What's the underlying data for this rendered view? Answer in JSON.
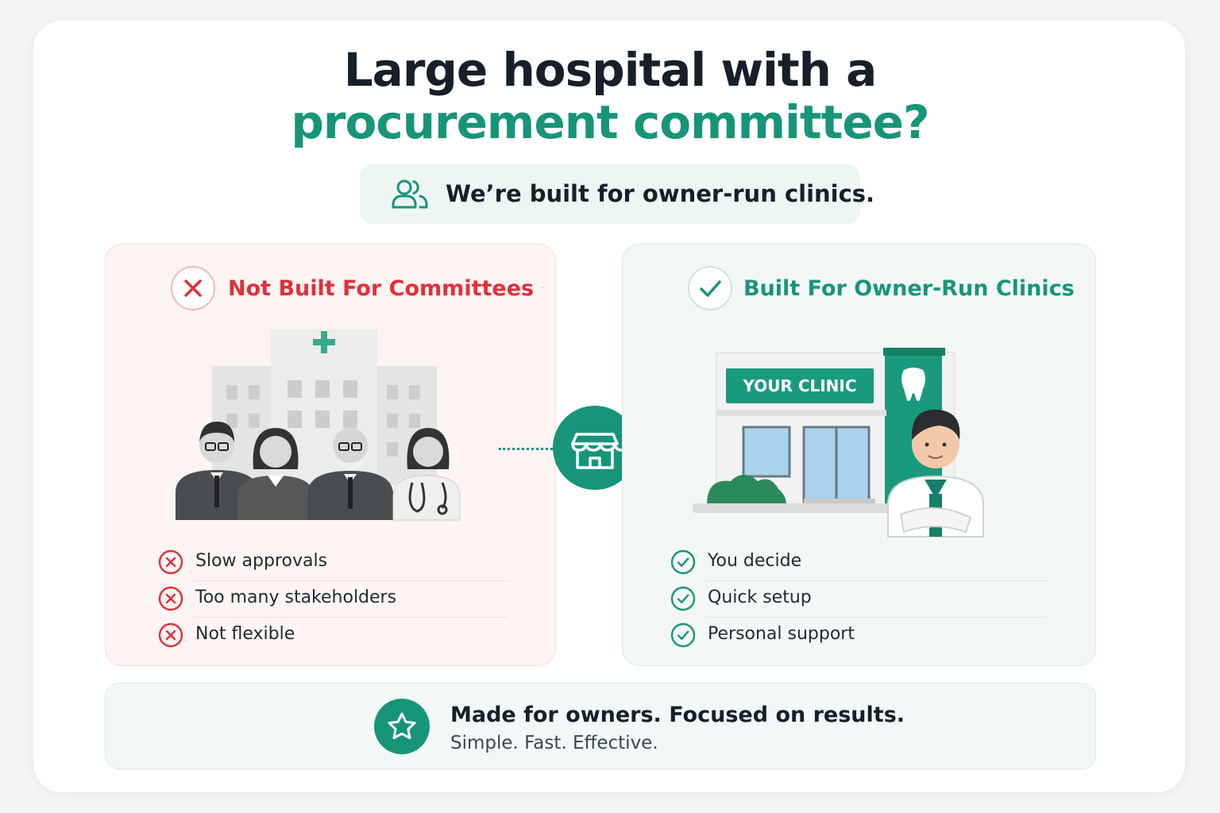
{
  "heading": {
    "line1": "Large hospital with a",
    "line2": "procurement committee?"
  },
  "pill": {
    "text": "We’re built for owner-run clinics.",
    "icon": "users-icon"
  },
  "left_panel": {
    "title": "Not Built For Committees",
    "icon": "x-circle-icon",
    "illustration": "hospital-committee-illustration",
    "items": [
      {
        "label": "Slow approvals",
        "icon": "x-circle-icon"
      },
      {
        "label": "Too many stakeholders",
        "icon": "x-circle-icon"
      },
      {
        "label": "Not flexible",
        "icon": "x-circle-icon"
      }
    ]
  },
  "right_panel": {
    "title": "Built For Owner-Run Clinics",
    "icon": "check-circle-icon",
    "illustration": "clinic-owner-illustration",
    "sign": "YOUR CLINIC",
    "items": [
      {
        "label": "You decide",
        "icon": "check-circle-icon"
      },
      {
        "label": "Quick setup",
        "icon": "check-circle-icon"
      },
      {
        "label": "Personal support",
        "icon": "check-circle-icon"
      }
    ]
  },
  "connector": {
    "icon": "storefront-icon"
  },
  "footer": {
    "headline": "Made for owners. Focused on results.",
    "subline": "Simple. Fast. Effective.",
    "icon": "star-icon"
  },
  "colors": {
    "primary": "#179579",
    "danger": "#e0303a",
    "text": "#17202a"
  }
}
